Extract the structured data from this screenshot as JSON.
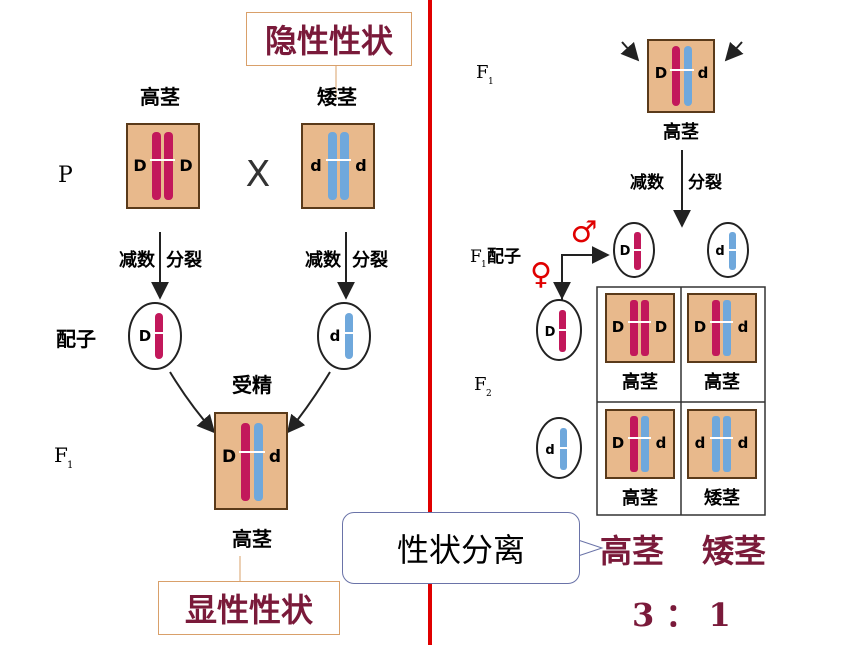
{
  "left": {
    "callout_recessive": "隐性性状",
    "callout_dominant": "显性性状",
    "parent_tall": "高茎",
    "parent_dwarf": "矮茎",
    "row_p": "P",
    "cross": "X",
    "meiosis_1a": "减数",
    "meiosis_1b": "分裂",
    "meiosis_2a": "减数",
    "meiosis_2b": "分裂",
    "row_gamete": "配子",
    "fertilization": "受精",
    "row_f1": "F",
    "row_f1_sub": "1",
    "f1_label": "高茎",
    "alleles": {
      "D": "D",
      "d": "d"
    }
  },
  "right": {
    "row_f1": "F",
    "row_f1_sub": "1",
    "f1_label": "高茎",
    "meiosis_a": "减数",
    "meiosis_b": "分裂",
    "gamete_label_pre": "F",
    "gamete_label_sub": "1",
    "gamete_label_post": "配子",
    "male_symbol": "♂",
    "female_symbol": "♀",
    "row_f2": "F",
    "row_f2_sub": "2",
    "cells": [
      {
        "label": "高茎"
      },
      {
        "label": "高茎"
      },
      {
        "label": "高茎"
      },
      {
        "label": "矮茎"
      }
    ]
  },
  "bubble": "性状分离",
  "result_tall": "高茎",
  "result_dwarf": "矮茎",
  "ratio": "3 ： 1",
  "colors": {
    "card_fill": "#e8b98c",
    "card_border": "#5a3a1a",
    "dominant_chrom": "#c2185b",
    "recessive_chrom": "#6fa8dc",
    "divider": "#e00000",
    "accent_text": "#7a1a3a",
    "female_symbol": "#e00000",
    "male_symbol": "#e00000"
  }
}
